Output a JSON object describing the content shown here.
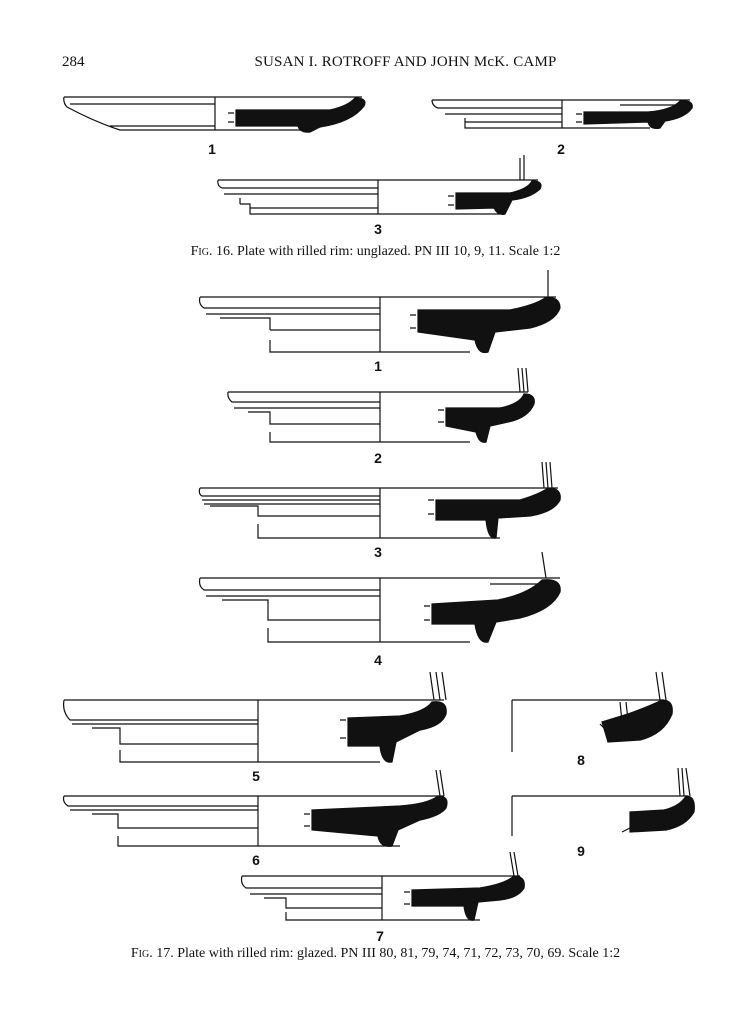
{
  "header": {
    "page_number": "284",
    "authors": "SUSAN I. ROTROFF AND JOHN McK. CAMP"
  },
  "fig16": {
    "caption_label": "Fig. 16.",
    "caption_text": "Plate with rilled rim: unglazed. PN III 10, 9, 11. Scale 1:2",
    "profiles": [
      {
        "label": "1"
      },
      {
        "label": "2"
      },
      {
        "label": "3"
      }
    ]
  },
  "fig17": {
    "caption_label": "Fig. 17.",
    "caption_text": "Plate with rilled rim: glazed. PN III 80, 81, 79, 74, 71, 72, 73, 70, 69. Scale 1:2",
    "profiles": [
      {
        "label": "1"
      },
      {
        "label": "2"
      },
      {
        "label": "3"
      },
      {
        "label": "4"
      },
      {
        "label": "5"
      },
      {
        "label": "6"
      },
      {
        "label": "7"
      },
      {
        "label": "8"
      },
      {
        "label": "9"
      }
    ]
  }
}
